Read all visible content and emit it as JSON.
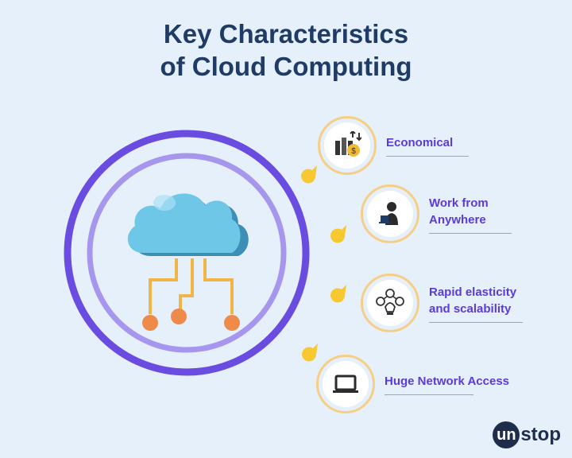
{
  "title": {
    "line1": "Key Characteristics",
    "line2": "of Cloud Computing"
  },
  "colors": {
    "outer_ring": "#6a4de0",
    "inner_ring": "#a796ee",
    "cloud_light": "#6fc7e8",
    "cloud_dark": "#3d8fb8",
    "circuit": "#f1b545",
    "node": "#ee8a4a",
    "label": "#5b3bd6",
    "dot": "#f7c830"
  },
  "characteristics": [
    {
      "label": "Economical",
      "icon": "money-chart-icon"
    },
    {
      "label": "Work from\nAnywhere",
      "icon": "person-laptop-icon"
    },
    {
      "label": "Rapid elasticity\nand scalability",
      "icon": "network-bulb-icon"
    },
    {
      "label": "Huge Network Access",
      "icon": "laptop-icon"
    }
  ],
  "logo": {
    "prefix": "un",
    "suffix": "stop"
  }
}
